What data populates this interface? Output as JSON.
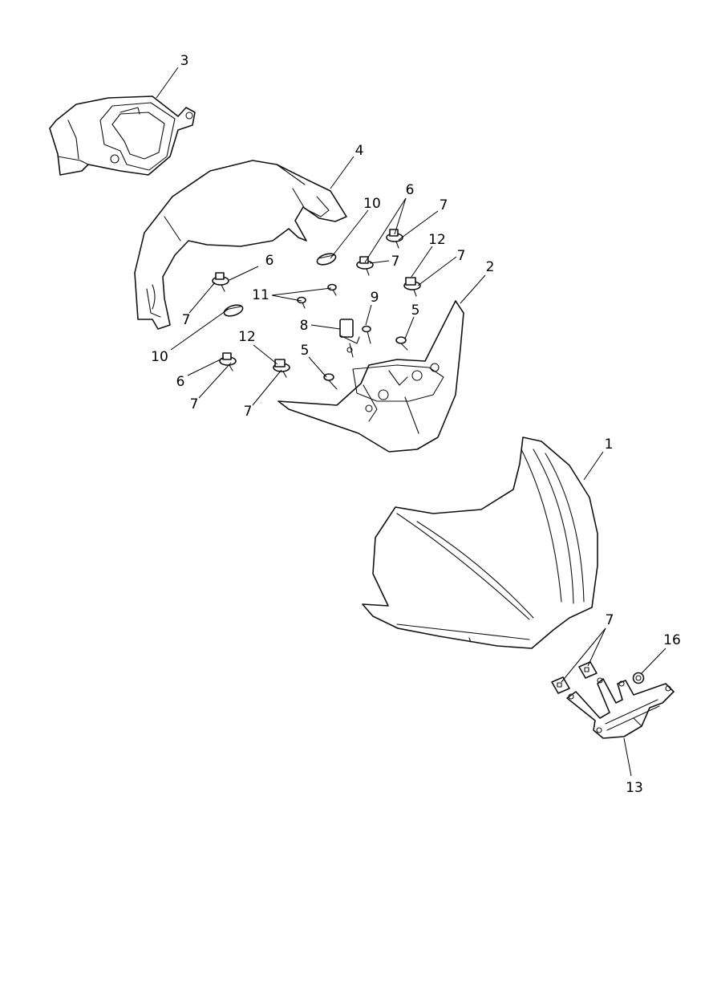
{
  "callouts": {
    "c1": "1",
    "c2": "2",
    "c3": "3",
    "c4": "4",
    "c5a": "5",
    "c5b": "5",
    "c6a": "6",
    "c6b": "6",
    "c6c": "6",
    "c7a": "7",
    "c7b": "7",
    "c7c": "7",
    "c7d": "7",
    "c7e": "7",
    "c7f": "7",
    "c7g": "7",
    "c8": "8",
    "c9": "9",
    "c10a": "10",
    "c10b": "10",
    "c11": "11",
    "c12a": "12",
    "c12b": "12",
    "c13": "13",
    "c16": "16"
  },
  "colors": {
    "line": "#111111",
    "background": "#ffffff"
  }
}
